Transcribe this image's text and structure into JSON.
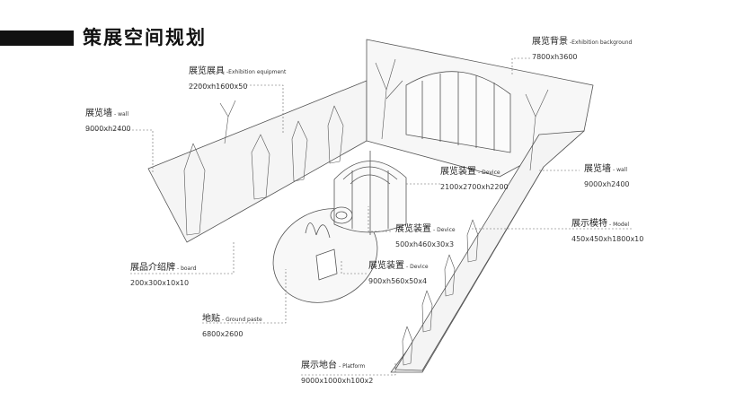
{
  "page": {
    "title": "策展空间规划",
    "colors": {
      "title_bar": "#111111",
      "line": "#555555",
      "leader": "#666666",
      "fill": "#f4f4f4"
    }
  },
  "labels": {
    "exhibition_background": {
      "cn": "展览背景",
      "en": "-Exhibition background",
      "dim": "7800xh3600"
    },
    "exhibition_equipment": {
      "cn": "展览展具",
      "en": "-Exhibition equipment",
      "dim": "2200xh1600x50"
    },
    "wall_left": {
      "cn": "展览墙",
      "en": "- wall",
      "dim": "9000xh2400"
    },
    "device_main": {
      "cn": "展览装置",
      "en": "- Device",
      "dim": "2100x2700xh2200"
    },
    "wall_right": {
      "cn": "展览墙",
      "en": "- wall",
      "dim": "9000xh2400"
    },
    "model": {
      "cn": "展示模特",
      "en": "- Model",
      "dim": "450x450xh1800x10"
    },
    "device_mid": {
      "cn": "展览装置",
      "en": "- Device",
      "dim": "500xh460x30x3"
    },
    "board": {
      "cn": "展品介绍牌",
      "en": "- board",
      "dim": "200x300x10x10"
    },
    "device_small": {
      "cn": "展览装置",
      "en": "- Device",
      "dim": "900xh560x50x4"
    },
    "ground_paste": {
      "cn": "地贴",
      "en": "- Ground paste",
      "dim": "6800x2600"
    },
    "platform": {
      "cn": "展示地台",
      "en": "- Platform",
      "dim": "9000x1000xh100x2"
    }
  }
}
